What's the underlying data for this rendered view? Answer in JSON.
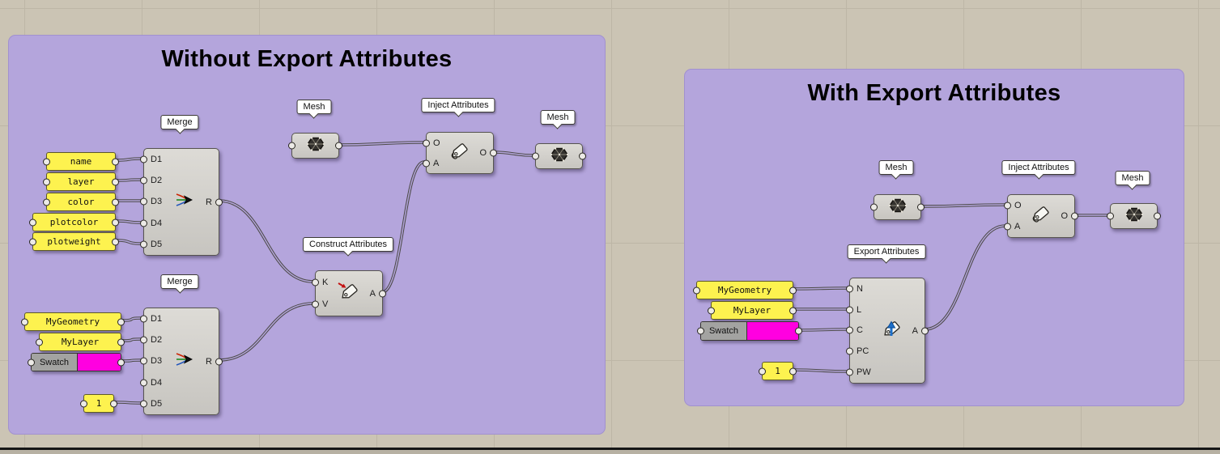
{
  "left_group": {
    "title": "Without Export Attributes",
    "callouts": {
      "merge1": "Merge",
      "mesh_in": "Mesh",
      "inject": "Inject Attributes",
      "mesh_out": "Mesh",
      "construct": "Construct Attributes",
      "merge2": "Merge"
    },
    "panels": {
      "name": "name",
      "layer": "layer",
      "color": "color",
      "plotcolor": "plotcolor",
      "plotweight": "plotweight",
      "mygeometry": "MyGeometry",
      "mylayer": "MyLayer",
      "one": "1"
    },
    "swatch_label": "Swatch",
    "merge_ports": {
      "d1": "D1",
      "d2": "D2",
      "d3": "D3",
      "d4": "D4",
      "d5": "D5",
      "r": "R"
    },
    "inject_ports": {
      "o_in": "O",
      "a_in": "A",
      "o_out": "O"
    },
    "construct_ports": {
      "k": "K",
      "v": "V",
      "a": "A"
    }
  },
  "right_group": {
    "title": "With Export Attributes",
    "callouts": {
      "mesh_in": "Mesh",
      "inject": "Inject Attributes",
      "mesh_out": "Mesh",
      "export": "Export Attributes"
    },
    "panels": {
      "mygeometry": "MyGeometry",
      "mylayer": "MyLayer",
      "one": "1"
    },
    "swatch_label": "Swatch",
    "export_ports": {
      "n": "N",
      "l": "L",
      "c": "C",
      "pc": "PC",
      "pw": "PW",
      "a": "A"
    },
    "inject_ports": {
      "o_in": "O",
      "a_in": "A",
      "o_out": "O"
    }
  },
  "colors": {
    "group_fill": "#b4a5dc",
    "panel_yellow": "#fdf24f",
    "swatch_magenta": "#ff00e0",
    "canvas_bg": "#cbc4b4",
    "wire": "#4d4b49"
  }
}
